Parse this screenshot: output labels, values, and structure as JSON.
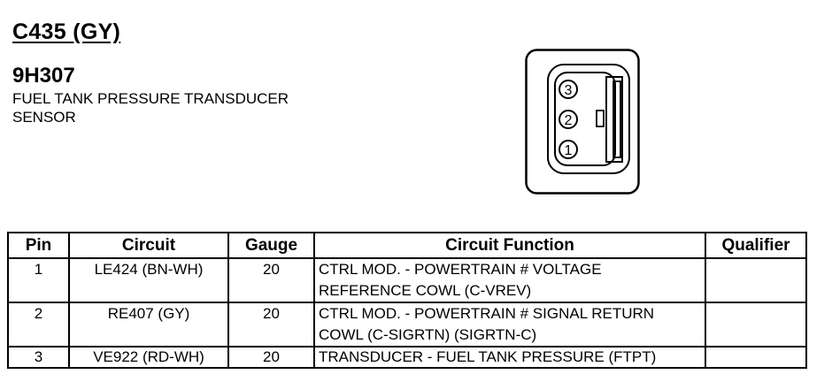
{
  "connector": {
    "id": "C435 (GY)"
  },
  "component": {
    "id": "9H307",
    "description_lines": [
      "FUEL TANK PRESSURE TRANSDUCER",
      "SENSOR"
    ]
  },
  "connector_view": {
    "pins": [
      "3",
      "2",
      "1"
    ]
  },
  "table": {
    "headers": [
      "Pin",
      "Circuit",
      "Gauge",
      "Circuit Function",
      "Qualifier"
    ],
    "rows": [
      {
        "pin": "1",
        "circuit": "LE424 (BN-WH)",
        "gauge": "20",
        "function_lines": [
          "CTRL MOD. - POWERTRAIN # VOLTAGE",
          "REFERENCE COWL (C-VREV)"
        ],
        "qualifier": ""
      },
      {
        "pin": "2",
        "circuit": "RE407 (GY)",
        "gauge": "20",
        "function_lines": [
          "CTRL MOD. - POWERTRAIN # SIGNAL RETURN",
          "COWL (C-SIGRTN) (SIGRTN-C)"
        ],
        "qualifier": ""
      },
      {
        "pin": "3",
        "circuit": "VE922 (RD-WH)",
        "gauge": "20",
        "function_lines": [
          "TRANSDUCER - FUEL TANK PRESSURE (FTPT)"
        ],
        "qualifier": ""
      }
    ]
  }
}
